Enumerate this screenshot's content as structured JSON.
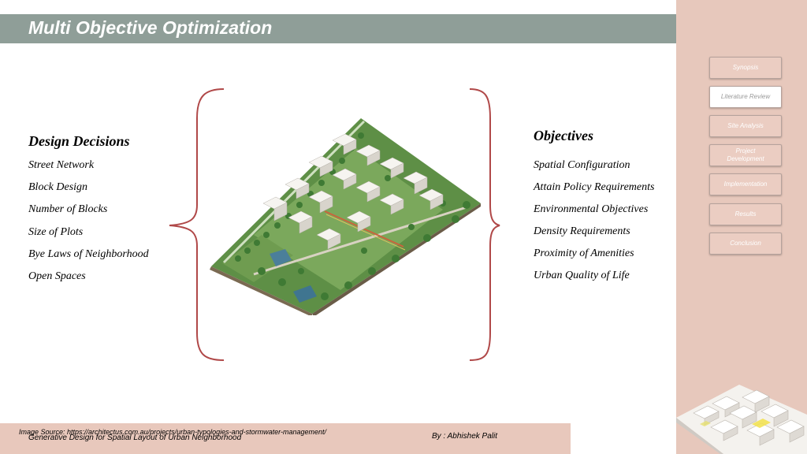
{
  "title": "Multi Objective Optimization",
  "left_column": {
    "heading": "Design Decisions",
    "items": [
      "Street Network",
      "Block Design",
      "Number of Blocks",
      "Size of Plots",
      "Bye Laws of Neighborhood",
      "Open Spaces"
    ]
  },
  "right_column": {
    "heading": "Objectives",
    "items": [
      "Spatial Configuration",
      "Attain Policy Requirements",
      "Environmental Objectives",
      "Density Requirements",
      "Proximity of Amenities",
      "Urban Quality of Life"
    ]
  },
  "nav": {
    "items": [
      {
        "label": "Synopsis"
      },
      {
        "label": "Literature Review"
      },
      {
        "label": "Site Analysis"
      },
      {
        "label": "Project Development"
      },
      {
        "label": "Implementation"
      },
      {
        "label": "Results"
      },
      {
        "label": "Conclusion"
      }
    ],
    "active": "Literature Review"
  },
  "footer": {
    "image_source": "Image Source: https://architectus.com.au/projects/urban-typologies-and-stormwater-management/",
    "project_title": "Generative Design for Spatial Layout of Urban Neighborhood",
    "author": "By : Abhishek Palit"
  },
  "colors": {
    "title_bar": "#8f9e98",
    "side_panel": "#e7c8bc",
    "brace": "#b04848",
    "footer_bar": "#e8c8bc"
  }
}
